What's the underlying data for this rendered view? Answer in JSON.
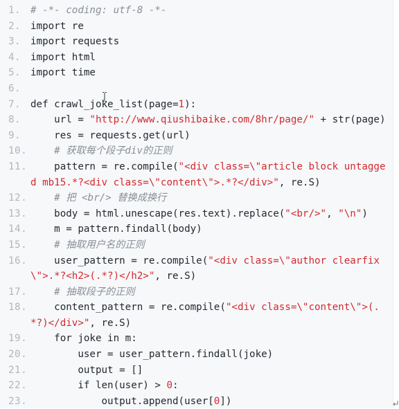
{
  "editor": {
    "lines": [
      {
        "n": "1.",
        "t": "# -*- coding: utf-8 -*-"
      },
      {
        "n": "2.",
        "t": "import re"
      },
      {
        "n": "3.",
        "t": "import requests"
      },
      {
        "n": "4.",
        "t": "import html"
      },
      {
        "n": "5.",
        "t": "import time"
      },
      {
        "n": "6.",
        "t": ""
      },
      {
        "n": "7.",
        "t": "def crawl_joke_list(page=1):"
      },
      {
        "n": "8.",
        "t": "    url = \"http://www.qiushibaike.com/8hr/page/\" + str(page)"
      },
      {
        "n": "9.",
        "t": "    res = requests.get(url)"
      },
      {
        "n": "10.",
        "t": "    # 获取每个段子div的正则"
      },
      {
        "n": "11.",
        "t": "    pattern = re.compile(\"<div class=\\\"article block untagged mb15.*?<div class=\\\"content\\\">.*?</div>\", re.S)"
      },
      {
        "n": "12.",
        "t": "    # 把 <br/> 替换成换行"
      },
      {
        "n": "13.",
        "t": "    body = html.unescape(res.text).replace(\"<br/>\", \"\\n\")"
      },
      {
        "n": "14.",
        "t": "    m = pattern.findall(body)"
      },
      {
        "n": "15.",
        "t": "    # 抽取用户名的正则"
      },
      {
        "n": "16.",
        "t": "    user_pattern = re.compile(\"<div class=\\\"author clearfix\\\">.*?<h2>(.*?)</h2>\", re.S)"
      },
      {
        "n": "17.",
        "t": "    # 抽取段子的正则"
      },
      {
        "n": "18.",
        "t": "    content_pattern = re.compile(\"<div class=\\\"content\\\">(.*?)</div>\", re.S)"
      },
      {
        "n": "19.",
        "t": "    for joke in m:"
      },
      {
        "n": "20.",
        "t": "        user = user_pattern.findall(joke)"
      },
      {
        "n": "21.",
        "t": "        output = []"
      },
      {
        "n": "22.",
        "t": "        if len(user) > 0:"
      },
      {
        "n": "23.",
        "t": "            output.append(user[0])"
      }
    ]
  },
  "colors": {
    "background": "#f6f8fa",
    "line_number": "#b1b6bd",
    "string": "#d5282e",
    "comment": "#8a8f96",
    "text": "#24292e"
  },
  "icons": {
    "text_cursor": "i-beam-cursor-icon",
    "corner": "return-arrow-icon"
  }
}
